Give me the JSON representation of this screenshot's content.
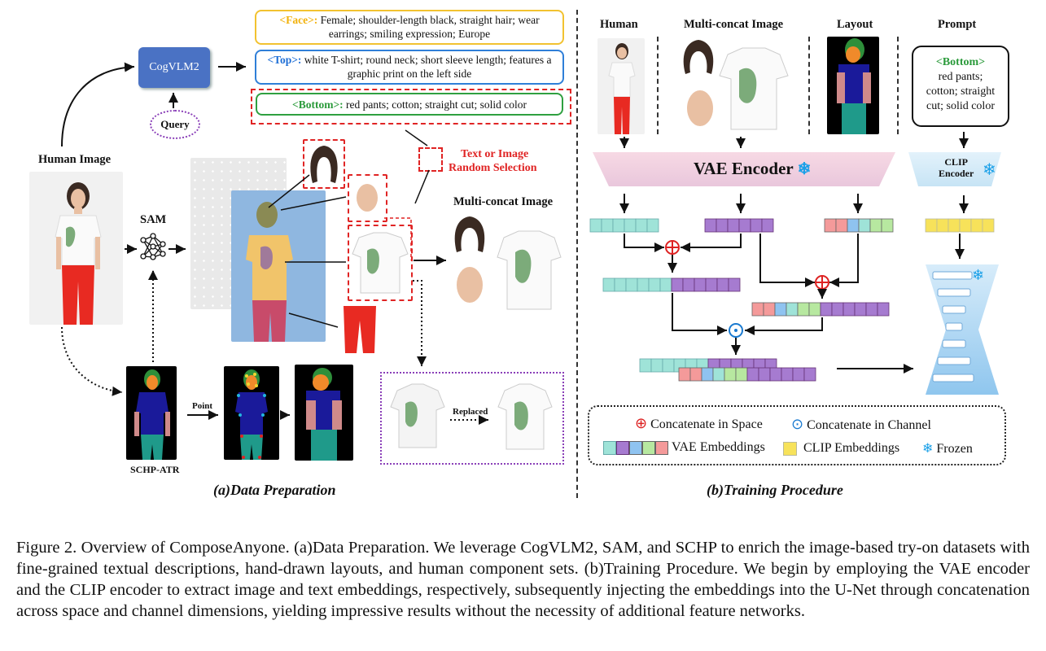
{
  "panel_a": {
    "title": "(a)Data Preparation",
    "cogvlm_label": "CogVLM2",
    "query_label": "Query",
    "human_image_label": "Human Image",
    "sam_label": "SAM",
    "schp_label": "SCHP-ATR",
    "point_label": "Point",
    "replaced_label": "Replaced",
    "random_selection_label": "Text or Image\nRandom Selection",
    "random_line1": "Text or Image",
    "random_line2": "Random Selection",
    "multiconcat_label": "Multi-concat Image",
    "face_box": {
      "tag": "<Face>:",
      "text": " Female;  shoulder-length  black, straight hair; wear earrings; smiling expression; Europe"
    },
    "top_box": {
      "tag": "<Top>:",
      "text": " white T-shirt; round neck; short sleeve length; features a graphic print on the left side"
    },
    "bottom_box": {
      "tag": "<Bottom>:",
      "text": " red pants; cotton; straight cut; solid color"
    }
  },
  "panel_b": {
    "title": "(b)Training Procedure",
    "col_human": "Human",
    "col_multiconcat": "Multi-concat Image",
    "col_layout": "Layout",
    "col_prompt": "Prompt",
    "prompt_tag": "<Bottom>",
    "prompt_lines": [
      "red pants;",
      "cotton; straight",
      "cut; solid color"
    ],
    "vae_encoder": "VAE Encoder",
    "clip_encoder_l1": "CLIP",
    "clip_encoder_l2": "Encoder",
    "legend": {
      "concat_space": "Concatenate in Space",
      "concat_channel": "Concatenate in Channel",
      "vae_embeddings": "VAE Embeddings",
      "clip_embeddings": "CLIP Embeddings",
      "frozen": "Frozen"
    }
  },
  "caption": {
    "label": "Figure 2.",
    "text": "Overview of ComposeAnyone. (a)Data Preparation. We leverage CogVLM2, SAM, and SCHP to enrich the image-based try-on datasets with fine-grained textual descriptions, hand-drawn layouts, and human component sets. (b)Training Procedure. We begin by employing the VAE encoder and the CLIP encoder to extract image and text embeddings, respectively, subsequently injecting the embeddings into the U-Net through concatenation across space and channel dimensions, yielding impressive results without the necessity of additional feature networks."
  },
  "colors": {
    "teal": "#9fe3d8",
    "purple": "#a67bd0",
    "clip_yellow": "#f7e25a",
    "red_dash": "#e02424",
    "cog_blue": "#4a72c4",
    "unet_blue": "#8fc6ee"
  }
}
